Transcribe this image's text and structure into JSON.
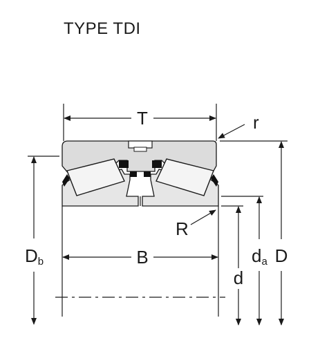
{
  "title": "TYPE TDI",
  "labels": {
    "T": "T",
    "r": "r",
    "R": "R",
    "B": "B",
    "Db_main": "D",
    "Db_sub": "b",
    "da_main": "d",
    "da_sub": "a",
    "D": "D",
    "d": "d"
  },
  "colors": {
    "ink": "#1a1a1a",
    "cup": "#dcdcdc",
    "cone": "#e6e6e6",
    "roller": "#f4f4f4",
    "seal": "#111111"
  }
}
